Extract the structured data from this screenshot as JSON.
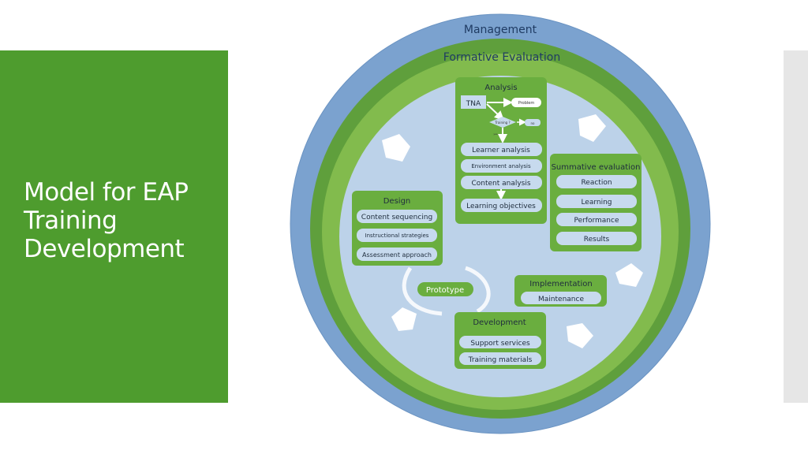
{
  "slide": {
    "title_lines": [
      "Model for EAP",
      "Training",
      "Development"
    ]
  },
  "diagram": {
    "outer_label": "Management",
    "ring_label": "Formative Evaluation",
    "analysis": {
      "title": "Analysis",
      "tna": "TNA",
      "problem": "Problem",
      "training": "Training ?",
      "no": "no",
      "yes": "yes",
      "items": [
        "Learner analysis",
        "Environment analysis",
        "Content analysis",
        "Learning objectives"
      ]
    },
    "summative": {
      "title": "Summative evaluation",
      "items": [
        "Reaction",
        "Learning",
        "Performance",
        "Results"
      ]
    },
    "design": {
      "title": "Design",
      "items": [
        "Content sequencing",
        "Instructional strategies",
        "Assessment approach"
      ]
    },
    "prototype": "Prototype",
    "implementation": {
      "title": "Implementation",
      "items": [
        "Maintenance"
      ]
    },
    "development": {
      "title": "Development",
      "items": [
        "Support services",
        "Training materials"
      ]
    }
  },
  "colors": {
    "panel_green": "#4e9c2e",
    "outer_blue": "#7ba2cf",
    "ring_green": "#5f9f3c",
    "inner_green": "#82bb4d",
    "core_blue": "#bcd2e9",
    "box_green": "#6aae3f",
    "pill_blue": "#c7daee"
  }
}
